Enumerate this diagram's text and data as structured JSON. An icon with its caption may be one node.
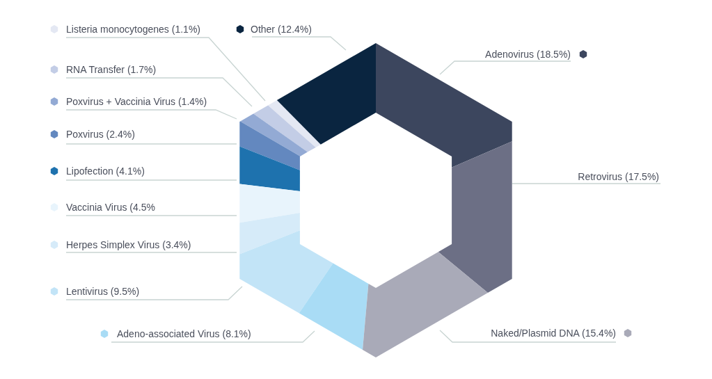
{
  "diagram": {
    "nodes": [
      {
        "text": [
          "Listeria monocytogenes (1.1%)"
        ]
      },
      {
        "text": [
          "Other (12.4%)"
        ]
      },
      {
        "text": [
          "Adenovirus (18.5%)"
        ]
      },
      {
        "text": [
          "RNA Transfer (1.7%)"
        ]
      },
      {
        "text": [
          "Poxvirus + Vaccinia Virus (1.4%)"
        ]
      },
      {
        "text": [
          "Poxvirus (2.4%)"
        ]
      },
      {
        "text": [
          "Lipofection (4.1%)"
        ]
      },
      {
        "text": [
          "Retrovirus (17.5%)"
        ]
      },
      {
        "text": [
          "Vaccinia Virus (4.5%"
        ]
      },
      {
        "text": [
          "Herpes Simplex Virus (3.4%)"
        ]
      },
      {
        "text": [
          "Lentivirus (9.5%)"
        ]
      },
      {
        "text": [
          "Adeno-associated Virus (8.1%)"
        ]
      },
      {
        "text": [
          "Naked/Plasmid DNA (15.4%)"
        ]
      },
      {
        "text": [],
        "shape": "segment"
      },
      {
        "text": [],
        "shape": "segment"
      },
      {
        "text": [],
        "shape": "segment"
      },
      {
        "text": [],
        "shape": "segment"
      },
      {
        "text": [],
        "shape": "segment"
      },
      {
        "text": [],
        "shape": "segment"
      },
      {
        "text": [],
        "shape": "segment"
      },
      {
        "text": [],
        "shape": "segment"
      },
      {
        "text": [],
        "shape": "segment"
      },
      {
        "text": [],
        "shape": "segment"
      },
      {
        "text": [],
        "shape": "segment"
      },
      {
        "text": [],
        "shape": "segment"
      },
      {
        "text": [],
        "shape": "segment"
      }
    ],
    "edges": [
      {
        "from": 0,
        "to": 13,
        "arrow": "none"
      },
      {
        "from": 1,
        "to": 14,
        "arrow": "none"
      },
      {
        "from": 2,
        "to": 15,
        "arrow": "none"
      },
      {
        "from": 3,
        "to": 16,
        "arrow": "none"
      },
      {
        "from": 4,
        "to": 17,
        "arrow": "none"
      },
      {
        "from": 5,
        "to": 18,
        "arrow": "none"
      },
      {
        "from": 6,
        "to": 19,
        "arrow": "none"
      },
      {
        "from": 7,
        "to": 20,
        "arrow": "none"
      },
      {
        "from": 8,
        "to": 21,
        "arrow": "none"
      },
      {
        "from": 9,
        "to": 22,
        "arrow": "none"
      },
      {
        "from": 10,
        "to": 23,
        "arrow": "none"
      },
      {
        "from": 11,
        "to": 24,
        "arrow": "none"
      },
      {
        "from": 12,
        "to": 25,
        "arrow": "none"
      }
    ]
  }
}
